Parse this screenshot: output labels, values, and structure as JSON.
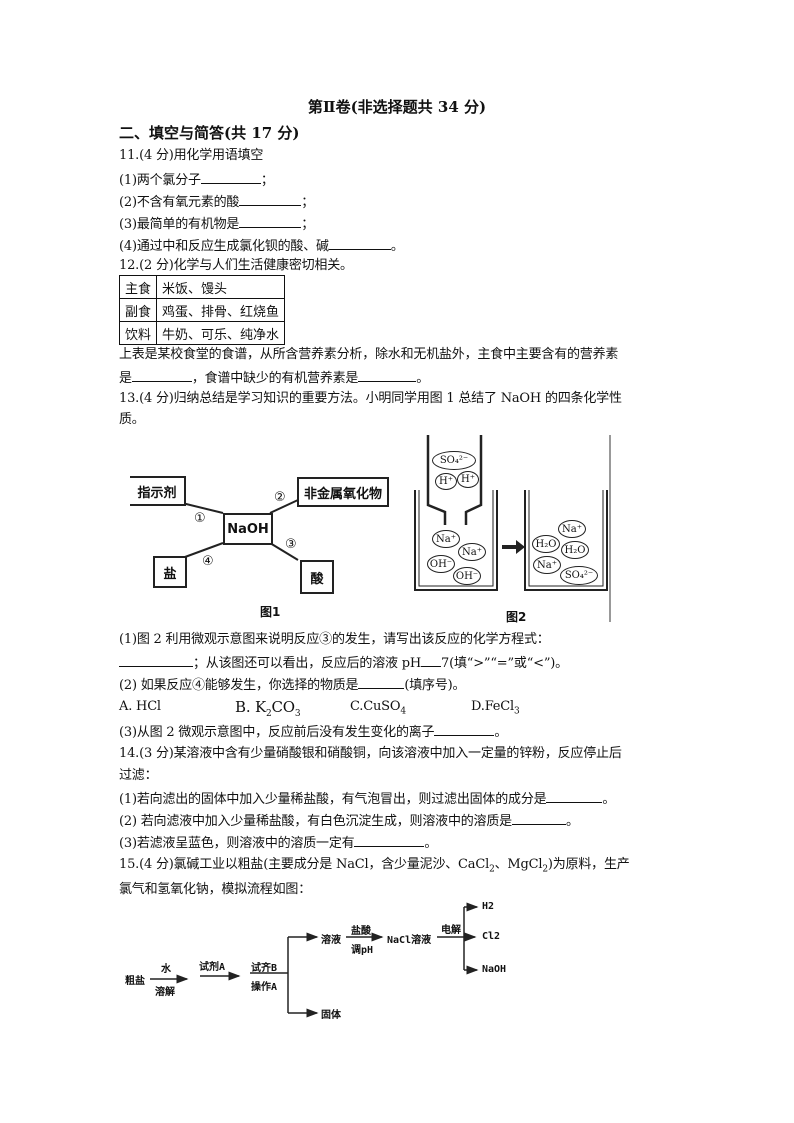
{
  "header": {
    "title": "第Ⅱ卷(非选择题共 34 分)",
    "section": "二、填空与简答(共 17 分)"
  },
  "q11": {
    "stem": "11.(4 分)用化学用语填空",
    "items": [
      {
        "text": "(1)两个氯分子",
        "end": "；"
      },
      {
        "text": "(2)不含有氧元素的酸",
        "end": "；"
      },
      {
        "text": "(3)最简单的有机物是",
        "end": "；"
      },
      {
        "text": "(4)通过中和反应生成氯化钡的酸、碱",
        "end": "。"
      }
    ]
  },
  "q12": {
    "stem": "12.(2 分)化学与人们生活健康密切相关。",
    "table": [
      {
        "category": "主食",
        "items": "米饭、馒头"
      },
      {
        "category": "副食",
        "items": "鸡蛋、排骨、红烧鱼"
      },
      {
        "category": "饮料",
        "items": "牛奶、可乐、纯净水"
      }
    ],
    "line1": "上表是某校食堂的食谱，从所含营养素分析，除水和无机盐外，主食中主要含有的营养素",
    "line2_a": "是",
    "line2_b": "，食谱中缺少的有机营养素是",
    "line2_c": "。"
  },
  "q13": {
    "stem_line1": "13.(4 分)归纳总结是学习知识的重要方法。小明同学用图 1 总结了 NaOH 的四条化学性",
    "stem_line2": "质。",
    "fig1": {
      "center": "NaOH",
      "nodes": [
        "指示剂",
        "非金属氧化物",
        "盐",
        "酸"
      ],
      "numbers": [
        "①",
        "②",
        "③",
        "④"
      ],
      "caption": "图1"
    },
    "fig2": {
      "before_top": [
        "SO₄²⁻",
        "H⁺",
        "H⁺"
      ],
      "before_bottom": [
        "Na⁺",
        "Na⁺",
        "OH⁻",
        "OH⁻"
      ],
      "after": [
        "Na⁺",
        "H₂O",
        "H₂O",
        "Na⁺",
        "SO₄²⁻"
      ],
      "caption": "图2"
    },
    "sub1_line1": "(1)图 2 利用微观示意图来说明反应③的发生，请写出该反应的化学方程式：",
    "sub1_line2_a": "；从该图还可以看出，反应后的溶液 pH",
    "sub1_line2_b": "7(填“>”“=”或“<”)。",
    "sub2_a": "(2) 如果反应④能够发生，你选择的物质是",
    "sub2_b": "(填序号)。",
    "options": {
      "A": "A. HCl",
      "B_prefix": "B. K",
      "B_sub1": "2",
      "B_mid": "CO",
      "B_sub2": "3",
      "C_prefix": "C.CuSO",
      "C_sub": "4",
      "D_prefix": "D.FeCl",
      "D_sub": "3"
    },
    "sub3_a": "(3)从图 2 微观示意图中，反应前后没有发生变化的离子",
    "sub3_b": "。"
  },
  "q14": {
    "stem_line1": "14.(3 分)某溶液中含有少量硝酸银和硝酸铜，向该溶液中加入一定量的锌粉，反应停止后",
    "stem_line2": "过滤：",
    "items": [
      {
        "text": "(1)若向滤出的固体中加入少量稀盐酸，有气泡冒出，则过滤出固体的成分是",
        "end": "。"
      },
      {
        "text": "(2) 若向滤液中加入少量稀盐酸，有白色沉淀生成，则溶液中的溶质是",
        "end": "。"
      },
      {
        "text": "(3)若滤液呈蓝色，则溶液中的溶质一定有",
        "end": "。"
      }
    ]
  },
  "q15": {
    "stem_a": "15.(4 分)氯碱工业以粗盐(主要成分是 NaCl，含少量泥沙、CaCl",
    "stem_sub1": "2",
    "stem_b": "、MgCl",
    "stem_sub2": "2",
    "stem_c": ")为原料，生产",
    "stem_line2": "氯气和氢氧化钠，模拟流程如图：",
    "flow": {
      "start": "粗盐",
      "water": "水",
      "dissolve": "溶解",
      "reagentA": "试剂A",
      "reagentB": "试齐B",
      "operationA": "操作A",
      "solution": "溶液",
      "hcl": "盐酸",
      "adjust": "调pH",
      "nacl": "NaCl溶液",
      "electrolysis": "电解",
      "solid": "固体",
      "products": [
        "H2",
        "Cl2",
        "NaOH"
      ]
    }
  }
}
